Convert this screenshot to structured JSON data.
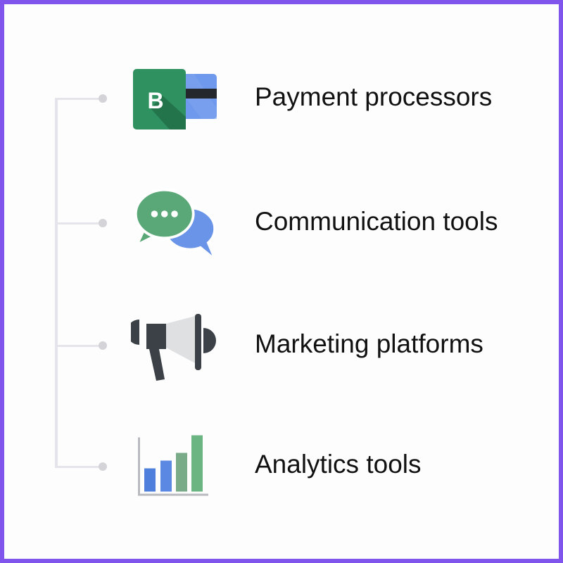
{
  "items": [
    {
      "label": "Payment processors",
      "icon": "payment-card-icon",
      "icon_letter": "B"
    },
    {
      "label": "Communication tools",
      "icon": "chat-bubbles-icon"
    },
    {
      "label": "Marketing platforms",
      "icon": "megaphone-icon"
    },
    {
      "label": "Analytics tools",
      "icon": "bar-chart-icon"
    }
  ],
  "colors": {
    "border": "#7f55ee",
    "green": "#2e8b57",
    "blue": "#6a94e8",
    "dark": "#3c4148"
  }
}
